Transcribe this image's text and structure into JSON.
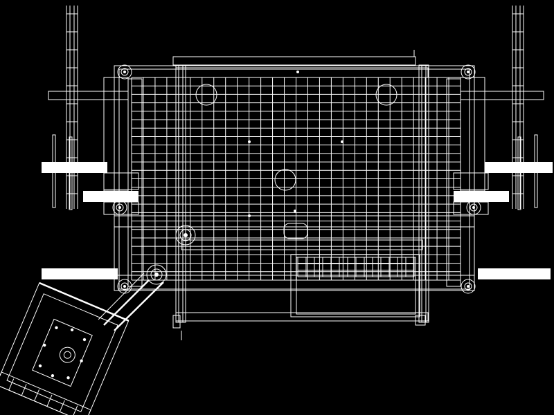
{
  "drawing": {
    "background_color": "#000000",
    "line_color": "#ffffff",
    "grid": {
      "columns": 28,
      "rows": 24,
      "lower_columns": 14,
      "lower_rows": 3
    },
    "grid_holes": 4,
    "corner_wheels": 6,
    "pivot_assemblies": 2,
    "tilted_module_bolts": 8
  }
}
